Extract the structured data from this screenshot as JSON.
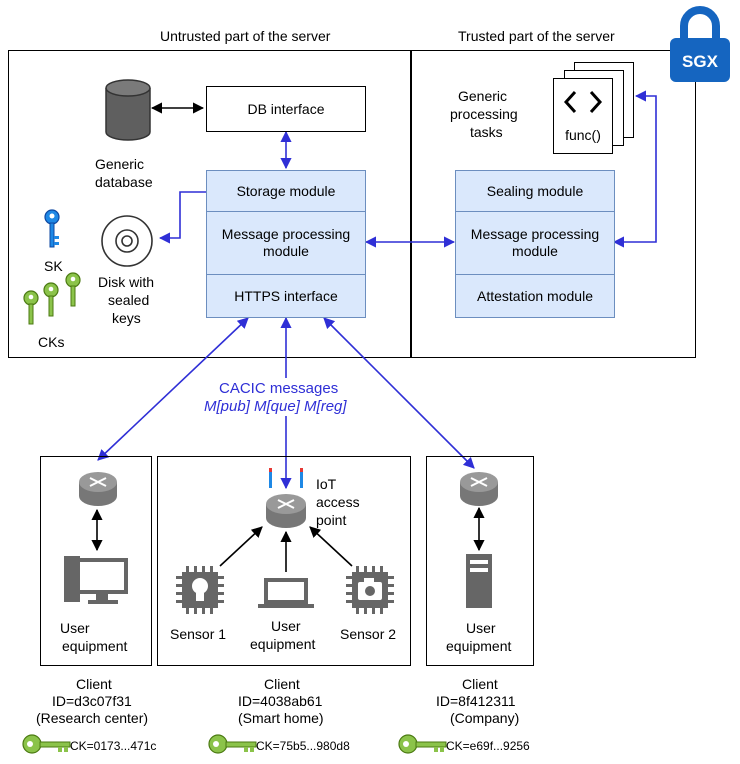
{
  "sections": {
    "untrusted_title": "Untrusted part of the server",
    "trusted_title": "Trusted part of the server",
    "sgx_badge": "SGX"
  },
  "untrusted": {
    "db_interface": "DB interface",
    "database_label_1": "Generic",
    "database_label_2": "database",
    "storage_module": "Storage module",
    "message_processing_1": "Message processing",
    "message_processing_2": "module",
    "https_interface": "HTTPS interface",
    "sk_label": "SK",
    "cks_label": "CKs",
    "disk_label_1": "Disk with",
    "disk_label_2": "sealed",
    "disk_label_3": "keys"
  },
  "trusted": {
    "tasks_label_1": "Generic",
    "tasks_label_2": "processing",
    "tasks_label_3": "tasks",
    "func_label": "func()",
    "sealing_module": "Sealing module",
    "message_processing_1": "Message processing",
    "message_processing_2": "module",
    "attestation_module": "Attestation module"
  },
  "messages": {
    "title": "CACIC messages",
    "types": "M[pub] M[que] M[reg]"
  },
  "clients": [
    {
      "equipment_1": "User",
      "equipment_2": "equipment",
      "client": "Client",
      "id": "ID=d3c07f31",
      "org": "(Research center)",
      "ck": "CK=0173...471c"
    },
    {
      "iot_1": "IoT",
      "iot_2": "access",
      "iot_3": "point",
      "sensor_1": "Sensor 1",
      "sensor_2": "Sensor 2",
      "equipment_1": "User",
      "equipment_2": "equipment",
      "client": "Client",
      "id": "ID=4038ab61",
      "org": "(Smart home)",
      "ck": "CK=75b5...980d8"
    },
    {
      "equipment_1": "User",
      "equipment_2": "equipment",
      "client": "Client",
      "id": "ID=8f412311",
      "org": "(Company)",
      "ck": "CK=e69f...9256"
    }
  ],
  "colors": {
    "module_fill": "#dae8fc",
    "module_border": "#6c8ebf",
    "arrow": "#2f2fd6",
    "key_green": "#8bc34a",
    "key_blue": "#1e88e5",
    "sgx_blue": "#1565c0"
  }
}
